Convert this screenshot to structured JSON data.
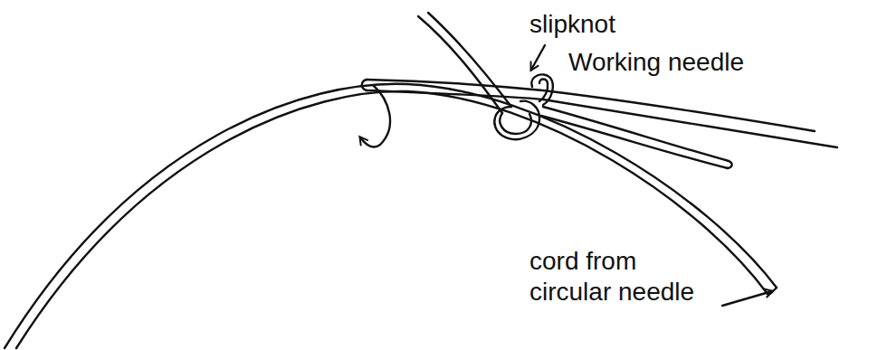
{
  "diagram": {
    "labels": [
      "slipknot",
      "Working needle",
      "cord from circular needle"
    ]
  }
}
